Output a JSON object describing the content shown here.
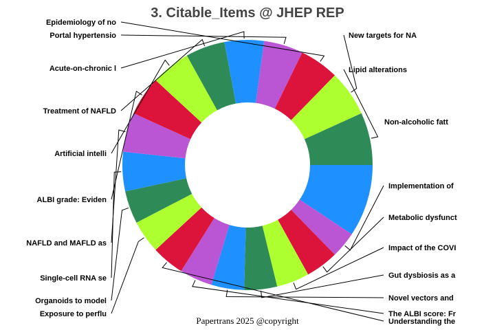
{
  "footer": "Papertrans 2025 @copyright",
  "chart_data": {
    "type": "pie",
    "donut": true,
    "title": "3. Citable_Items @ JHEP REP",
    "slices": [
      {
        "label": "Non-alcoholic fatt",
        "value": 11,
        "color": "#1E90FF"
      },
      {
        "label": "Implementation of",
        "value": 4,
        "color": "#BA55D3"
      },
      {
        "label": "Metabolic dysfunct",
        "value": 5,
        "color": "#DC143C"
      },
      {
        "label": "Impact of the COVI",
        "value": 5,
        "color": "#ADFF2F"
      },
      {
        "label": "Gut dysbiosis as a",
        "value": 5,
        "color": "#2E8B57"
      },
      {
        "label": "Novel vectors and",
        "value": 5,
        "color": "#1E90FF"
      },
      {
        "label": "The ALBI score: Fr",
        "value": 5,
        "color": "#BA55D3"
      },
      {
        "label": "Understanding the",
        "value": 5,
        "color": "#DC143C"
      },
      {
        "label": "Exposure to perflu",
        "value": 5,
        "color": "#ADFF2F"
      },
      {
        "label": "Organoids to model",
        "value": 5,
        "color": "#2E8B57"
      },
      {
        "label": "Single-cell RNA se",
        "value": 6,
        "color": "#1E90FF"
      },
      {
        "label": "NAFLD and MAFLD as",
        "value": 6,
        "color": "#BA55D3"
      },
      {
        "label": "ALBI grade: Eviden",
        "value": 6,
        "color": "#DC143C"
      },
      {
        "label": "Artificial intelli",
        "value": 6,
        "color": "#ADFF2F"
      },
      {
        "label": "Treatment of NAFLD",
        "value": 6,
        "color": "#2E8B57"
      },
      {
        "label": "Acute-on-chronic l",
        "value": 6,
        "color": "#1E90FF"
      },
      {
        "label": "Portal hypertensio",
        "value": 6,
        "color": "#BA55D3"
      },
      {
        "label": "Epidemiology of no",
        "value": 6,
        "color": "#DC143C"
      },
      {
        "label": "New targets for NA",
        "value": 7,
        "color": "#ADFF2F"
      },
      {
        "label": "Lipid alterations",
        "value": 8,
        "color": "#2E8B57"
      }
    ]
  }
}
